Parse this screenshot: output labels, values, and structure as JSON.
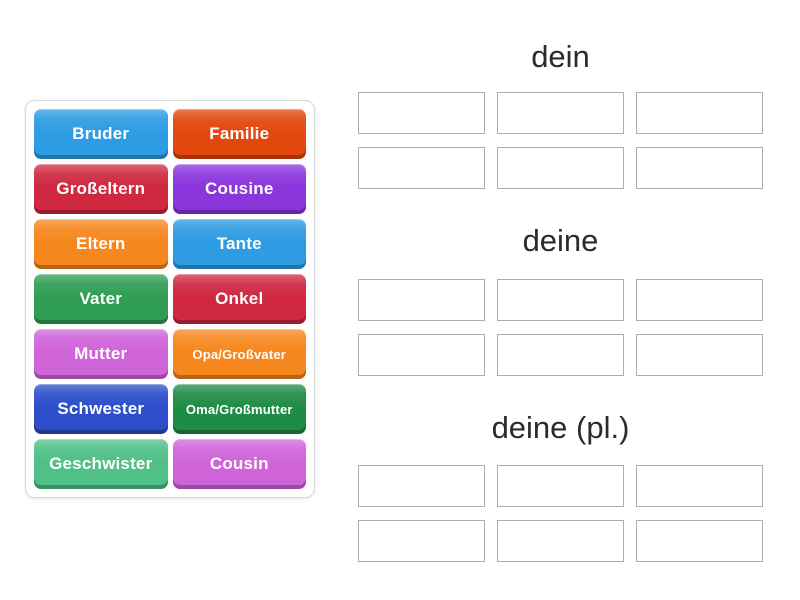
{
  "word_bank": {
    "tiles": [
      {
        "label": "Bruder",
        "color": "#2E9CE3"
      },
      {
        "label": "Familie",
        "color": "#E2470D"
      },
      {
        "label": "Großeltern",
        "color": "#CF2840"
      },
      {
        "label": "Cousine",
        "color": "#8B35DD"
      },
      {
        "label": "Eltern",
        "color": "#F6871E"
      },
      {
        "label": "Tante",
        "color": "#2E9CE3"
      },
      {
        "label": "Vater",
        "color": "#2F9E53"
      },
      {
        "label": "Onkel",
        "color": "#CF2840"
      },
      {
        "label": "Mutter",
        "color": "#CF64D9"
      },
      {
        "label": "Opa/Großvater",
        "color": "#F6871E"
      },
      {
        "label": "Schwester",
        "color": "#2C4ECA"
      },
      {
        "label": "Oma/Großmutter",
        "color": "#1F8C46"
      },
      {
        "label": "Geschwister",
        "color": "#4FC086"
      },
      {
        "label": "Cousin",
        "color": "#CF64D9"
      }
    ]
  },
  "groups": [
    {
      "title": "dein",
      "slot_count": 6
    },
    {
      "title": "deine",
      "slot_count": 6
    },
    {
      "title": "deine (pl.)",
      "slot_count": 6
    }
  ],
  "ui_colors": {
    "background": "#ffffff",
    "panel_border": "#d9d9d9",
    "slot_border": "#adadad",
    "heading_text": "#2b2b2b",
    "tile_text": "#ffffff"
  }
}
